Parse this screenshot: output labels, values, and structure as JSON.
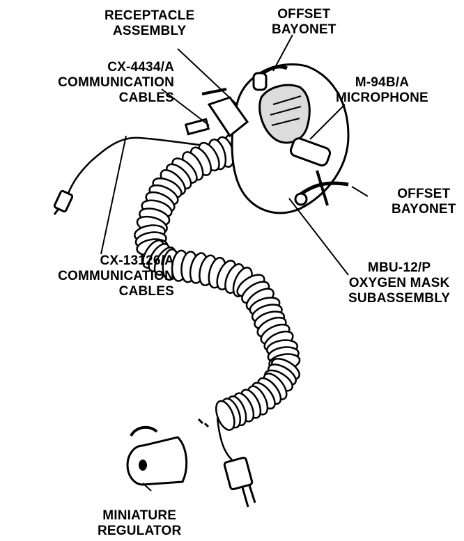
{
  "labels": {
    "receptacle": [
      "RECEPTACLE",
      "ASSEMBLY"
    ],
    "offset_top": [
      "OFFSET",
      "BAYONET"
    ],
    "cx4434": [
      "CX-4434/A",
      "COMMUNICATION",
      "CABLES"
    ],
    "microphone": [
      "M-94B/A",
      "MICROPHONE"
    ],
    "offset_right": [
      "OFFSET",
      "BAYONET"
    ],
    "cx13126": [
      "CX-13126/A",
      "COMMUNICATION",
      "CABLES"
    ],
    "mbu": [
      "MBU-12/P",
      "OXYGEN MASK",
      "SUBASSEMBLY"
    ],
    "regulator": [
      "MINIATURE",
      "REGULATOR"
    ]
  },
  "colors": {
    "ink": "#000000",
    "paper": "#ffffff",
    "shade": "#dcdcdc"
  }
}
